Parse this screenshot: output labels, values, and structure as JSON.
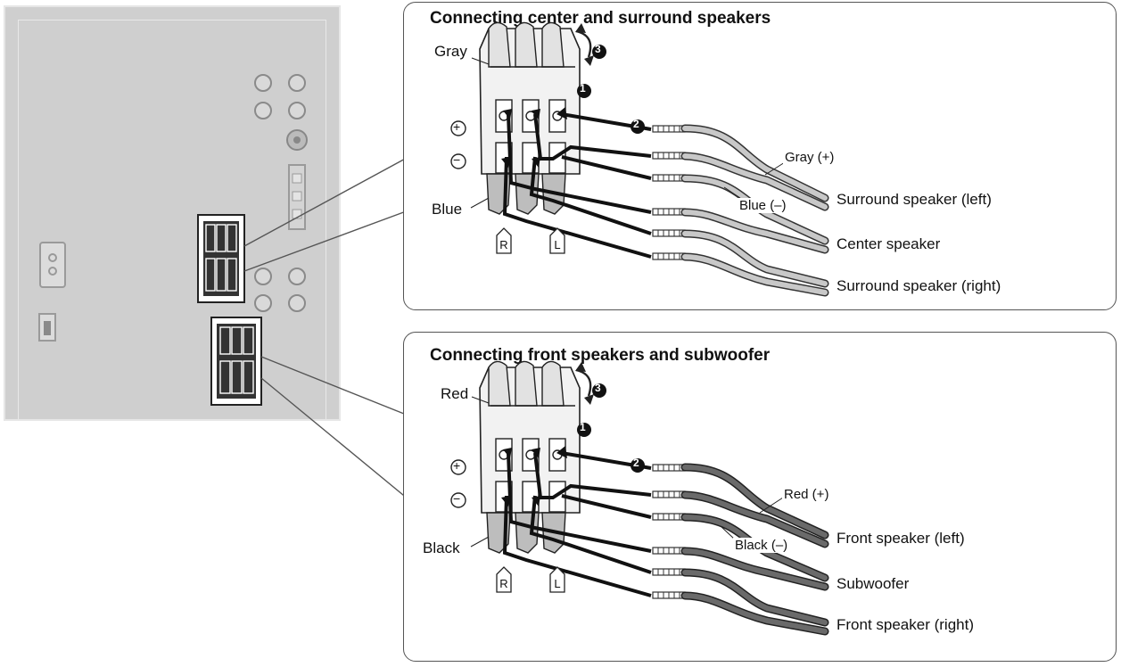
{
  "top_box": {
    "title": "Connecting center and surround speakers",
    "terminal_top_color": "Gray",
    "terminal_bottom_color": "Blue",
    "wire_pos_label": "Gray (+)",
    "wire_neg_label": "Blue (–)",
    "speakers": [
      "Surround speaker (left)",
      "Center speaker",
      "Surround speaker (right)"
    ]
  },
  "bottom_box": {
    "title": "Connecting front speakers and subwoofer",
    "terminal_top_color": "Red",
    "terminal_bottom_color": "Black",
    "wire_pos_label": "Red (+)",
    "wire_neg_label": "Black (–)",
    "speakers": [
      "Front speaker (left)",
      "Subwoofer",
      "Front speaker (right)"
    ]
  },
  "symbols": {
    "plus": "+",
    "minus": "−",
    "right": "R",
    "left": "L"
  },
  "steps": [
    "1",
    "2",
    "3"
  ],
  "colors": {
    "panel": "#cfcfcf",
    "wire_light": "#bdbdbd",
    "wire_dark": "#6a6a6a",
    "ink": "#111111"
  }
}
